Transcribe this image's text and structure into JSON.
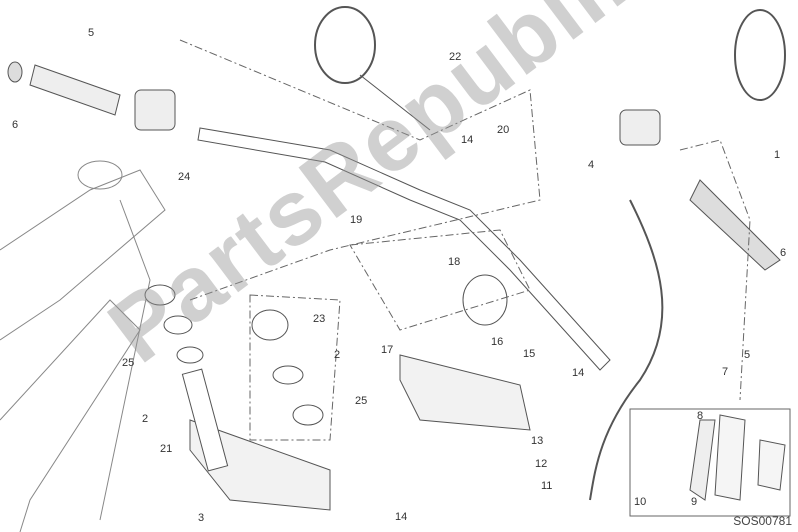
{
  "diagram": {
    "watermark": "PartsRepublik",
    "drawing_code": "SOS00781",
    "callouts": [
      "5",
      "6",
      "22",
      "14",
      "20",
      "1",
      "4",
      "24",
      "19",
      "18",
      "6",
      "23",
      "17",
      "16",
      "15",
      "2",
      "25",
      "14",
      "7",
      "5",
      "2",
      "25",
      "21",
      "13",
      "12",
      "11",
      "3",
      "14",
      "8",
      "10",
      "9"
    ]
  }
}
